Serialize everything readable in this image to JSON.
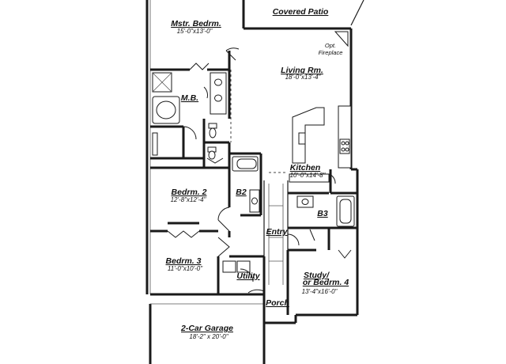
{
  "plan": {
    "rooms": [
      {
        "id": "covered-patio",
        "name": "Covered Patio",
        "dims": ""
      },
      {
        "id": "master-bedroom",
        "name": "Mstr. Bedrm.",
        "dims": "15'-0\"x13'-0\""
      },
      {
        "id": "living-room",
        "name": "Living Rm.",
        "dims": "18'-0\"x13'-4\""
      },
      {
        "id": "master-bath",
        "name": "M.B.",
        "dims": ""
      },
      {
        "id": "kitchen",
        "name": "Kitchen",
        "dims": "10'-0\"x14'-8\""
      },
      {
        "id": "bedroom-2",
        "name": "Bedrm. 2",
        "dims": "12'-8\"x12'-4\""
      },
      {
        "id": "bath-2",
        "name": "B2",
        "dims": ""
      },
      {
        "id": "bath-3",
        "name": "B3",
        "dims": ""
      },
      {
        "id": "entry",
        "name": "Entry",
        "dims": ""
      },
      {
        "id": "bedroom-3",
        "name": "Bedrm. 3",
        "dims": "11'-0\"x10'-0\""
      },
      {
        "id": "utility",
        "name": "Utility",
        "dims": ""
      },
      {
        "id": "study",
        "name": "Study/",
        "name_line2": "or Bedrm. 4",
        "dims": "13'-4\"x16'-0\""
      },
      {
        "id": "porch",
        "name": "Porch",
        "dims": ""
      },
      {
        "id": "garage",
        "name": "2-Car Garage",
        "dims": "18'-2\" x 20'-0\""
      }
    ],
    "notes": {
      "fireplace_line1": "Opt.",
      "fireplace_line2": "Fireplace"
    }
  }
}
